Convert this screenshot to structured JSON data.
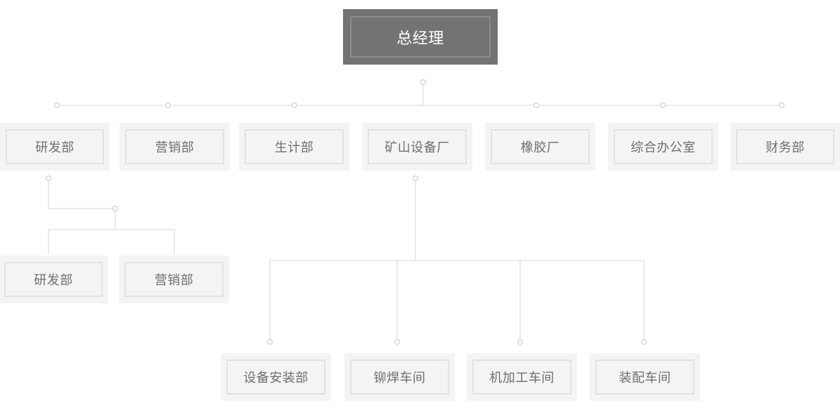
{
  "org_chart": {
    "root": {
      "label": "总经理"
    },
    "level1": [
      {
        "label": "研发部"
      },
      {
        "label": "营销部"
      },
      {
        "label": "生计部"
      },
      {
        "label": "矿山设备厂"
      },
      {
        "label": "橡胶厂"
      },
      {
        "label": "综合办公室"
      },
      {
        "label": "财务部"
      }
    ],
    "rd_children": [
      {
        "label": "研发部"
      },
      {
        "label": "营销部"
      }
    ],
    "mining_children": [
      {
        "label": "设备安装部"
      },
      {
        "label": "铆焊车间"
      },
      {
        "label": "机加工车间"
      },
      {
        "label": "装配车间"
      }
    ]
  },
  "colors": {
    "root_fill": "#737373",
    "root_border": "#8b8b8b",
    "node_fill": "#f4f4f4",
    "node_border": "#e2e2e2",
    "node_text": "#6e6e6e",
    "connector": "#d6d6d6"
  }
}
